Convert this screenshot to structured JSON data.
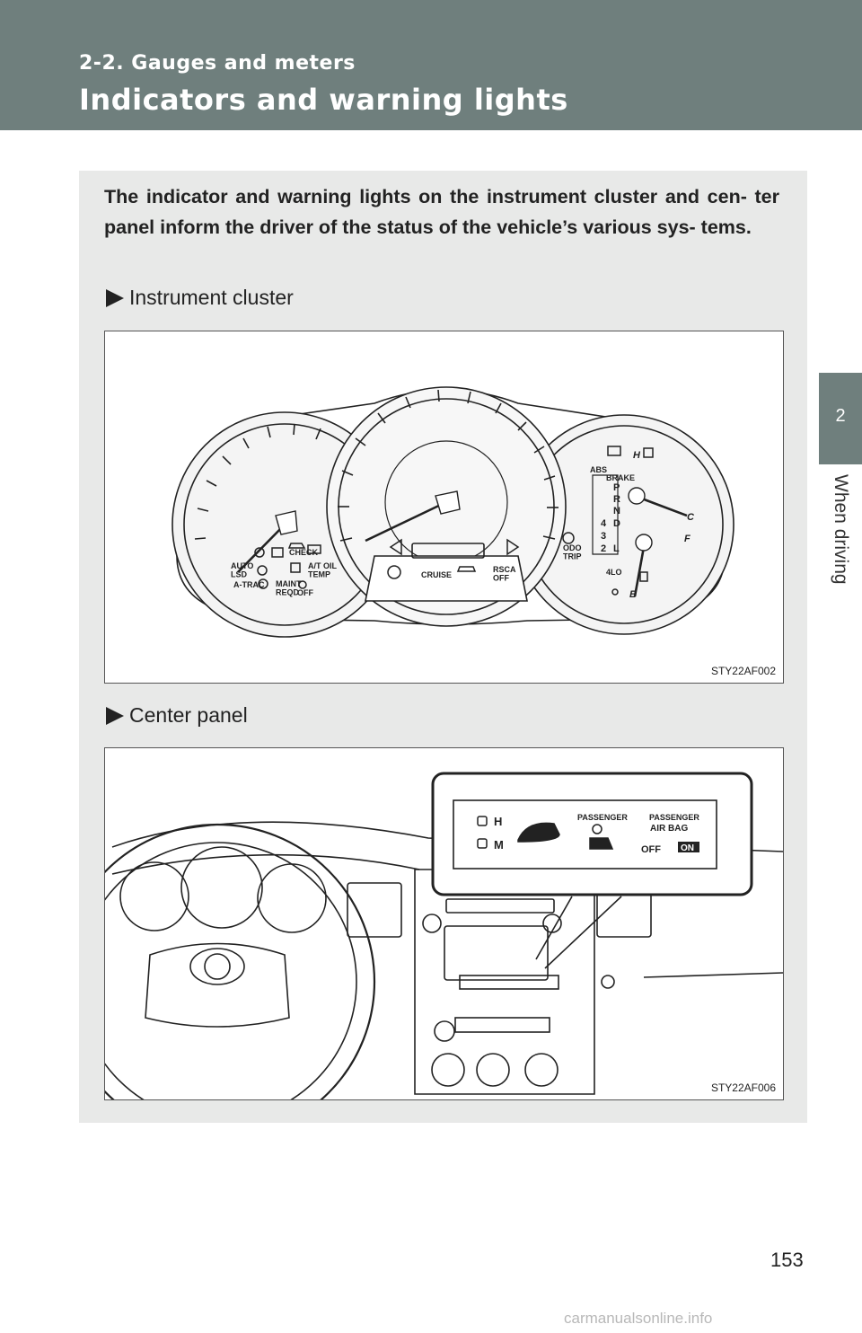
{
  "header": {
    "section": "2-2. Gauges and meters",
    "title": "Indicators and warning lights"
  },
  "side_tab": {
    "number": "2",
    "label": "When driving"
  },
  "intro": "The indicator and warning lights on the instrument cluster and cen- ter panel inform the driver of the status of the vehicle’s various sys- tems.",
  "sections": [
    {
      "heading": "Instrument cluster",
      "figure_code": "STY22AF002"
    },
    {
      "heading": "Center panel",
      "figure_code": "STY22AF006"
    }
  ],
  "cluster_labels": {
    "abs": "ABS",
    "brake": "BRAKE",
    "check": "CHECK",
    "auto_lsd": "AUTO\nLSD",
    "at_oil_temp": "A/T OIL\nTEMP",
    "a_trac": "A-TRAC",
    "maint_reqd": "MAINT\nREQD",
    "off": "OFF",
    "cruise": "CRUISE",
    "rsca_off": "RSCA\nOFF",
    "odo_trip": "ODO\nTRIP",
    "four_lo": "4LO",
    "gears": [
      "P",
      "R",
      "N",
      "4",
      "D",
      "3",
      "2",
      "L"
    ],
    "h": "H",
    "c": "C",
    "f": "F",
    "e": "E"
  },
  "center_labels": {
    "h": "H",
    "m": "M",
    "passenger": "PASSENGER",
    "passenger2": "PASSENGER",
    "air_bag": "AIR BAG",
    "off": "OFF",
    "on": "ON"
  },
  "page_number": "153",
  "watermark": "carmanualsonline.info"
}
